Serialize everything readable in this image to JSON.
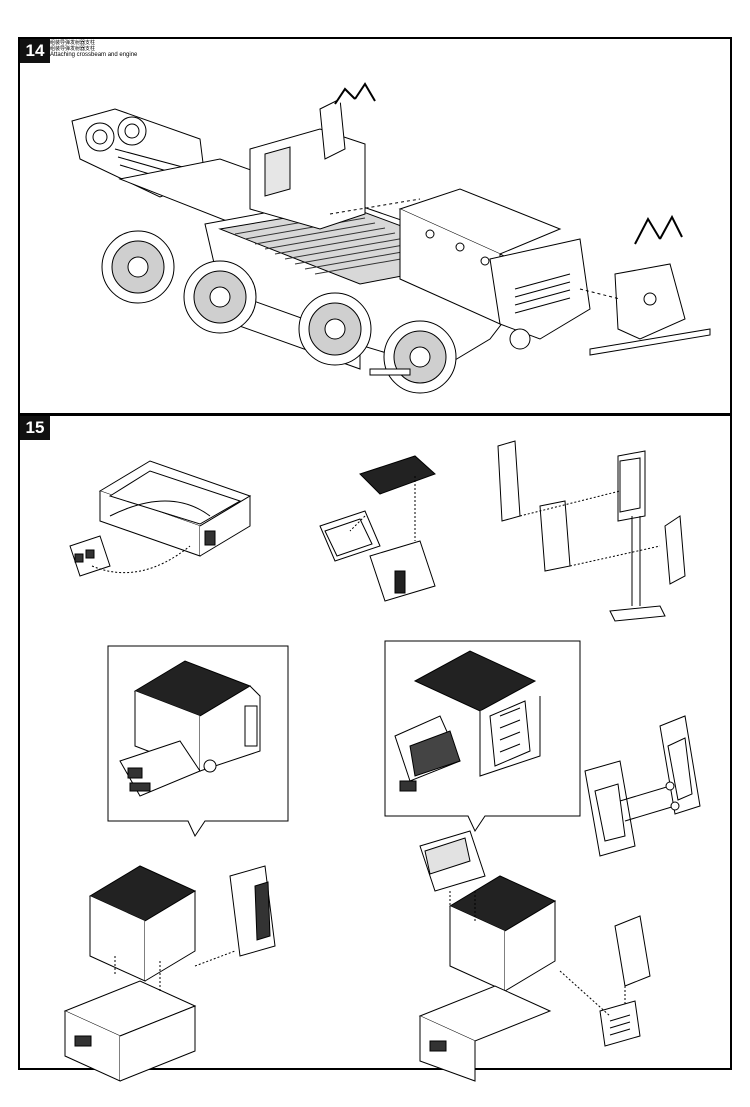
{
  "step14": {
    "number": "14",
    "caption_cn_1": "组装导弹发射器支柱",
    "caption_cn_2": "组装导弹发射器支柱",
    "caption_en": "Attaching crossbeam and engine"
  },
  "step15": {
    "number": "15"
  }
}
